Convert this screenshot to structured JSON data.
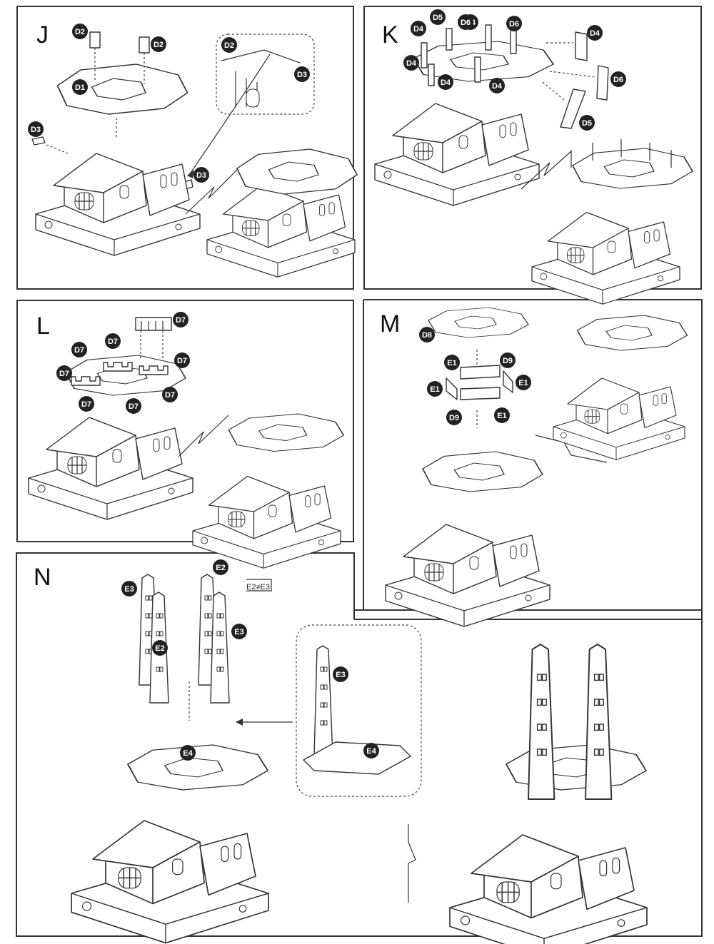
{
  "steps": {
    "j": {
      "letter": "J",
      "labels": [
        "D2",
        "D2",
        "D1",
        "D3",
        "D2",
        "D3",
        "D3"
      ]
    },
    "k": {
      "letter": "K",
      "labels": [
        "D5",
        "D4",
        "D4",
        "D6",
        "D4",
        "D4",
        "D6",
        "D4",
        "D4",
        "D5",
        "D6"
      ]
    },
    "l": {
      "letter": "L",
      "labels": [
        "D7",
        "D7",
        "D7",
        "D7",
        "D7",
        "D7",
        "D7",
        "D7"
      ]
    },
    "m": {
      "letter": "M",
      "labels": [
        "D8",
        "E1",
        "D9",
        "E1",
        "E1",
        "D9",
        "E1"
      ]
    },
    "n": {
      "letter": "N",
      "labels": [
        "E2",
        "E3",
        "E3",
        "E2",
        "E3",
        "E4",
        "E4"
      ],
      "note": "E2≠E3"
    }
  },
  "colors": {
    "badge": "#222222",
    "line": "#333333",
    "background": "#ffffff"
  }
}
